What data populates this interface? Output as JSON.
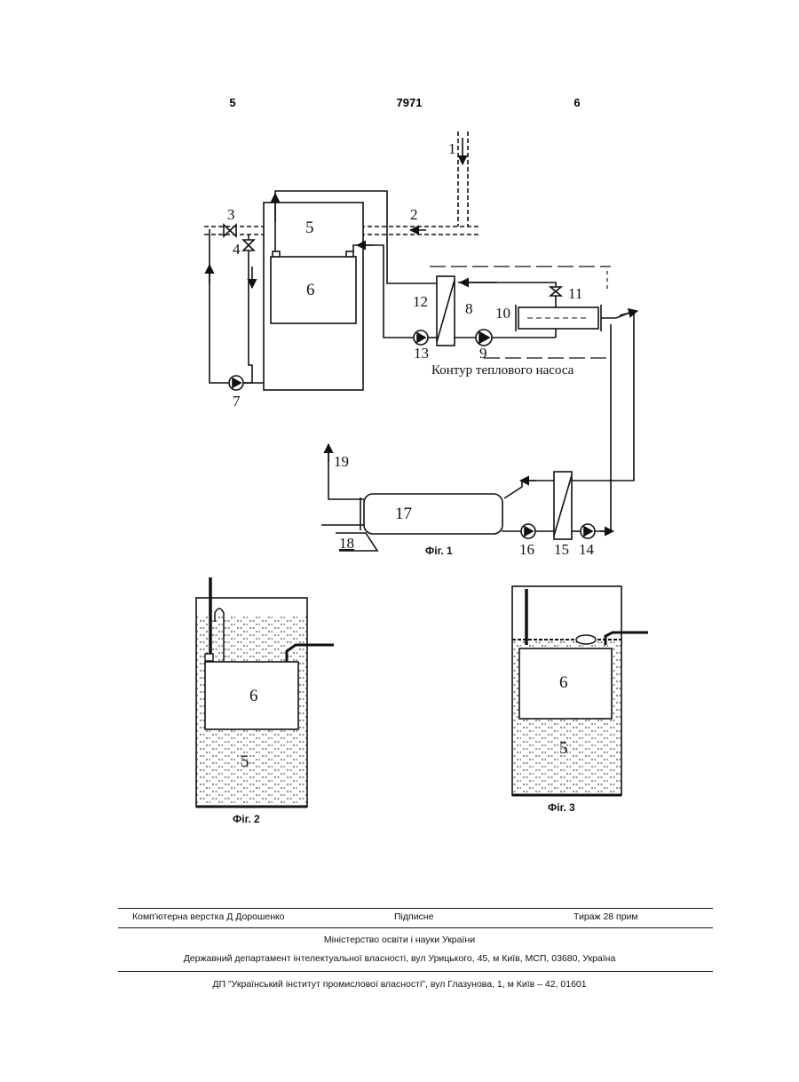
{
  "page_header": {
    "left": "5",
    "center": "7971",
    "right": "6"
  },
  "fig1": {
    "labels": {
      "n1": "1",
      "n2": "2",
      "n3": "3",
      "n4": "4",
      "n5": "5",
      "n6": "6",
      "n7": "7",
      "n8": "8",
      "n9": "9",
      "n10": "10",
      "n11": "11",
      "n12": "12",
      "n13": "13",
      "n14": "14",
      "n15": "15",
      "n16": "16",
      "n17": "17",
      "n18": "18",
      "n19": "19"
    },
    "heat_pump_label": "Контур теплового насоса",
    "caption": "Фіг. 1"
  },
  "fig2": {
    "tank_label": "5",
    "box_label": "6",
    "caption": "Фіг. 2"
  },
  "fig3": {
    "tank_label": "5",
    "box_label": "6",
    "caption": "Фіг. 3"
  },
  "footer": {
    "layout": "Комп'ютерна верстка Д  Дорошенко",
    "signed": "Підписне",
    "print_run": "Тираж 28 прим",
    "ministry": "Міністерство освіти і науки України",
    "department": "Державний департамент інтелектуальної власності, вул  Урицького, 45, м  Київ, МСП, 03680, Україна",
    "institute": "ДП \"Український інститут промислової власності\", вул  Глазунова, 1, м  Київ – 42, 01601"
  }
}
